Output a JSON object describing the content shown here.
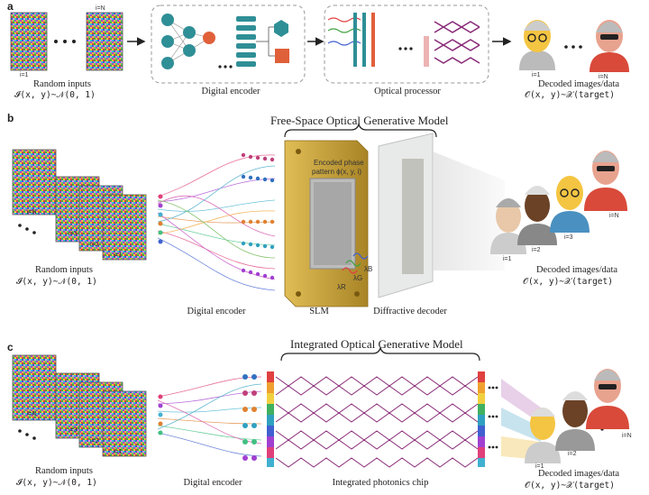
{
  "panels": {
    "a": "a",
    "b": "b",
    "c": "c"
  },
  "row_a": {
    "random_inputs": "Random inputs",
    "input_dist": "𝓘(x, y)~𝒩(0, 1)",
    "index_first": "i=N",
    "index_last": "i=1",
    "digital_encoder": "Digital encoder",
    "optical_processor": "Optical  processor",
    "decoded": "Decoded images/data",
    "output_dist": "𝒪(x, y)~𝒳(target)",
    "out_first": "i=1",
    "out_last": "i=N"
  },
  "row_b": {
    "title": "Free-Space Optical Generative Model",
    "random_inputs": "Random inputs",
    "input_dist": "𝓘(x, y)~𝒩(0, 1)",
    "stack_labels": [
      "i=N",
      "i=3",
      "i=2",
      "i=1"
    ],
    "digital_encoder": "Digital encoder",
    "encoded_phase": "Encoded phase",
    "phase_symbol": "pattern ϕ(x, y, i)",
    "slm": "SLM",
    "diffractive_decoder": "Diffractive decoder",
    "lambda_r": "λR",
    "lambda_g": "λG",
    "lambda_b": "λB",
    "decoded": "Decoded images/data",
    "output_dist": "𝒪(x, y)~𝒳(target)",
    "face_labels": [
      "i=1",
      "i=2",
      "i=3",
      "i=N"
    ]
  },
  "row_c": {
    "title": "Integrated Optical Generative Model",
    "random_inputs": "Random inputs",
    "input_dist": "𝓘(x, y)~𝒩(0, 1)",
    "stack_labels": [
      "i=N",
      "i=3",
      "i=2",
      "i=1"
    ],
    "digital_encoder": "Digital encoder",
    "chip": "Integrated photonics chip",
    "decoded": "Decoded images/data",
    "output_dist": "𝒪(x, y)~𝒳(target)",
    "face_labels": [
      "i=1",
      "i=2",
      "i=N"
    ]
  },
  "colors": {
    "encoder_teal": "#2f8f96",
    "node_orange": "#e0603a",
    "chip_purple": "#8a2b78",
    "slm_gold": "#c9a43c",
    "face_yellow": "#f4c542",
    "face_red": "#d94a3a"
  }
}
